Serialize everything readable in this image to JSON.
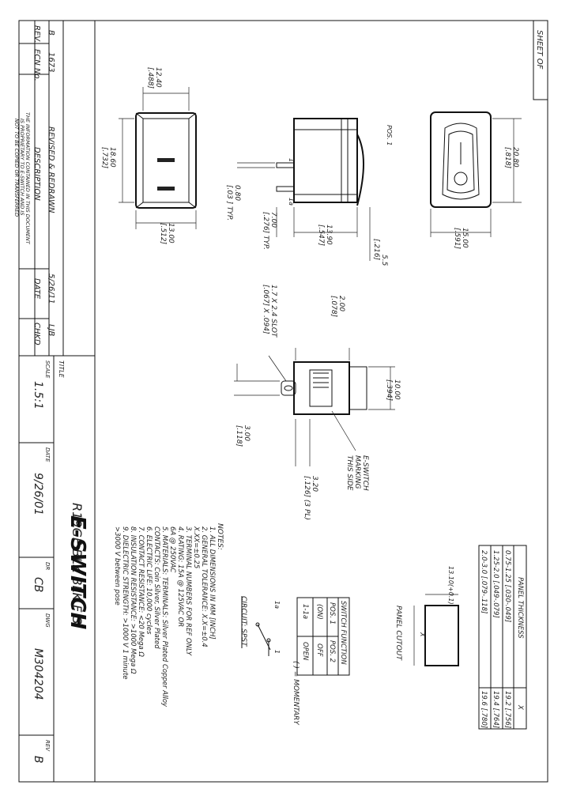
{
  "sheet": {
    "label": "SHEET  OF"
  },
  "revisions": {
    "rev": "B",
    "ecn": "1673",
    "description": "REVISED & REDRAWN",
    "date": "5/26/11",
    "chkd": "LJB",
    "hdr_rev": "REV.",
    "hdr_ecn": "ECN No.",
    "hdr_description": "DESCRIPTION",
    "hdr_date": "DATE",
    "hdr_chkd": "CHKD"
  },
  "proprietary": [
    "THE INFORMATION CONTAINED IN THIS DOCUMENT",
    "IS PROPRIETARY TO E-SWITCH AND IS",
    "NOT TO BE COPIED OR TRANSFERRED"
  ],
  "title_block": {
    "title_label": "TITLE",
    "title": "R19GF BLK BLK F S",
    "scale_label": "SCALE",
    "scale": "1.5:1",
    "date_label": "DATE",
    "date": "9/26/01",
    "dr_label": "DR",
    "dr": "CB",
    "dwg_label": "DWG",
    "dwg": "M304204",
    "rev_label": "REV",
    "rev": "B",
    "logo": "E-SWITCH"
  },
  "dims": {
    "d1": "12.40",
    "d1i": "[.488]",
    "d2": "18.60",
    "d2i": "[.732]",
    "d3": "13.00",
    "d3i": "[.512]",
    "d4": "0.80",
    "d4i": "[.03 ] TYP.",
    "d5": "7.00",
    "d5i": "[.276] TYP.",
    "d6": "13.90",
    "d6i": "[.547]",
    "d7": "5.5",
    "d7i": "[.216]",
    "d8": "20.80",
    "d8i": "[.818]",
    "d9": "15.00",
    "d9i": "[.591]",
    "d10": "2.00",
    "d10i": "[.078]",
    "d11": "1.7 X 2.4 SLOT",
    "d11i": "[.067] X .094]",
    "d12": "10.00",
    "d12i": "[.394]",
    "d13": "3.00",
    "d13i": "[.118]",
    "d14": "3.20",
    "d14i": "[.126] (3 PL)",
    "pos": "POS. 1",
    "t1": "1",
    "t1a": "1a",
    "marking": [
      "E-SWITCH",
      "MARKING",
      "THIS SIDE"
    ]
  },
  "notes": {
    "title": "NOTES:",
    "lines": [
      "1. ALL DIMENSIONS IN MM [INCH]",
      "2. GENERAL TOLERANCE: X.X=±0.4",
      "                       X.XX=±0.25",
      "3. TERMINAL NUMBERS FOR REF ONLY",
      "4. RATING: 15A @ 125VAC OR",
      "            6A @ 250VAC",
      "5. MATERIALS: TERMINALS: Silver Plated Copper Alloy",
      "              CONTACTS: Coin Silver, Silver Plated",
      "6. ELECTRIC LIFE: 10,000 cycles",
      "7. CONTACT RESISTANCE: <20 Mega Ω",
      "8. INSULATION RESISTANCE: >1000 Mega Ω",
      "9. DIELECTRIC STRENGTH: >1000 V 1 minute",
      "                    >3000 V between pose"
    ]
  },
  "circuit": {
    "label": "CIRCUIT: SPST",
    "t1": "1",
    "t1a": "1a",
    "momentary": "( ) = MOMENTARY"
  },
  "switch_function": {
    "title": "SWITCH FUNCTION",
    "headers": [
      "POS. 1",
      "POS. 2"
    ],
    "rows": [
      [
        "(ON)",
        "OFF"
      ],
      [
        "1-1a",
        "OPEN"
      ]
    ]
  },
  "panel_cutout": {
    "label": "PANEL CUTOUT",
    "x": "X",
    "dim": "13.10(+0.1)"
  },
  "panel_table": {
    "headers": [
      "PANEL THICKNESS",
      "X"
    ],
    "rows": [
      [
        "0.75-1.25  [.030-.049]",
        "19.2 [.756]"
      ],
      [
        "1.25-2.0   [.049-.079]",
        "19.4 [.764]"
      ],
      [
        "2.0-3.0    [.079-.118]",
        "19.6 [.780]"
      ]
    ]
  }
}
